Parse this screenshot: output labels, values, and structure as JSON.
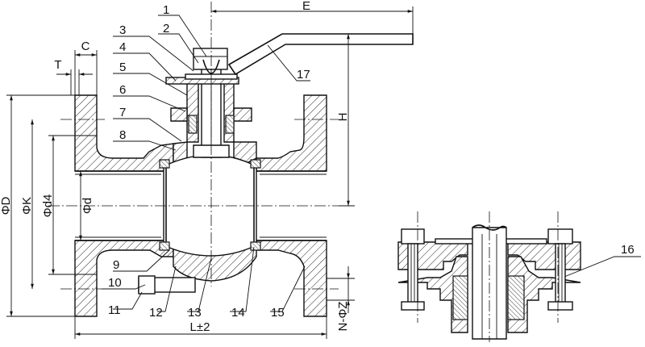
{
  "part_labels": [
    "1",
    "2",
    "3",
    "4",
    "5",
    "6",
    "7",
    "8",
    "9",
    "10",
    "11",
    "12",
    "13",
    "14",
    "15",
    "16",
    "17"
  ],
  "dimensions": {
    "E": "E",
    "C": "C",
    "T": "T",
    "H": "H",
    "D": "ΦD",
    "K": "ΦK",
    "d4": "Φd4",
    "d": "Φd",
    "L": "L±2",
    "NZ": "N-ΦZ"
  }
}
